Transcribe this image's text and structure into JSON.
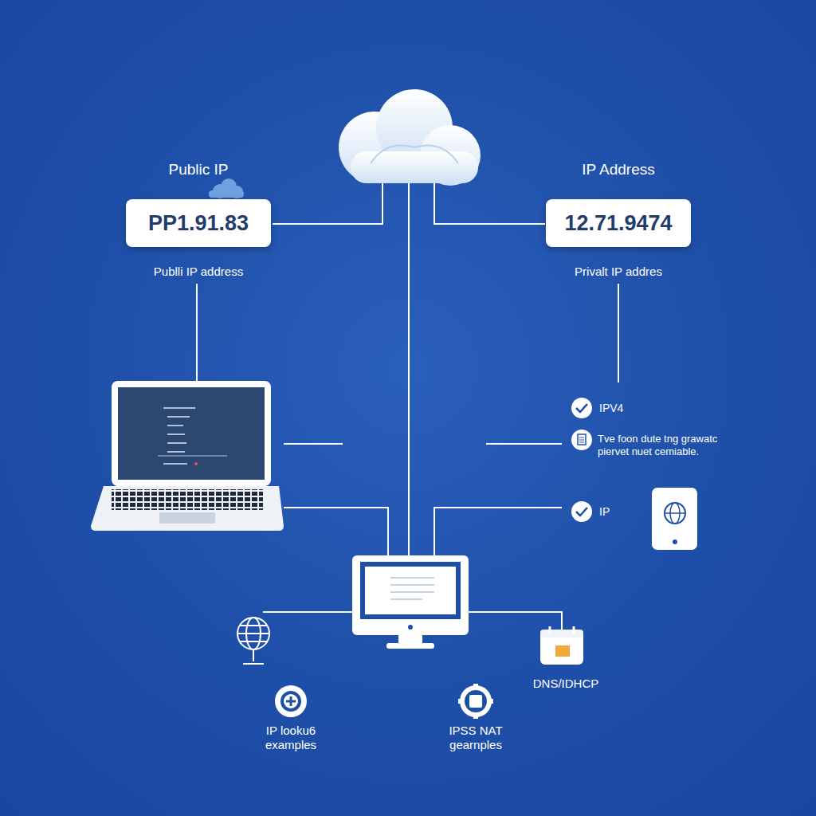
{
  "diagram": {
    "nodes": [
      {
        "text": [
          "Public IP",
          "PP1.91.83",
          "Publli IP address"
        ]
      },
      {
        "text": [
          "IP Address",
          "12.71.9474",
          "Privalt IP addres"
        ]
      }
    ],
    "labels": [
      "IPV4",
      "Tve foon dute tng grawatc piervet nuet cemiable.",
      "IP",
      "IP looku6 examples",
      "IPSS NAT gearnples",
      "DNS/IDHCP"
    ]
  }
}
